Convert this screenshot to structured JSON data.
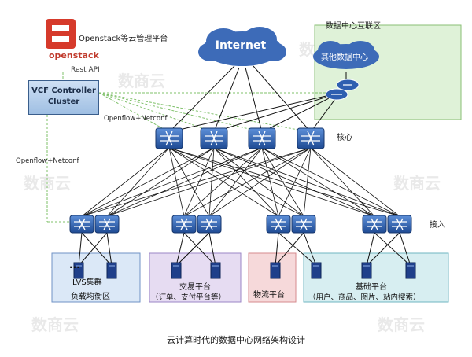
{
  "openstack": {
    "logo_text": "openstack",
    "title": "Openstack等云管理平台"
  },
  "rest_api": "Rest API",
  "vcf_controller": {
    "line1": "VCF Controller",
    "line2": "Cluster"
  },
  "openflow_netconf_1": "Openflow+Netconf",
  "openflow_netconf_2": "Openflow+Netconf",
  "internet": "Internet",
  "dc_interconnect": {
    "title": "数据中心互联区",
    "other_dc": "其他数据中心"
  },
  "core_label": "核心",
  "access_label": "接入",
  "zones": {
    "lvs": {
      "dots": "...",
      "line1": "LVS集群",
      "line2": "负载均衡区"
    },
    "trade": {
      "line1": "交易平台",
      "line2": "（订单、支付平台等）"
    },
    "logistics": {
      "line1": "物流平台"
    },
    "base": {
      "line1": "基础平台",
      "line2": "（用户、商品、图片、站内搜索）"
    }
  },
  "watermark": "数商云",
  "caption": "云计算时代的数据中心网络架构设计",
  "colors": {
    "switch_blue": "#2f5fb0",
    "cloud_blue": "#3d6bb8",
    "lvs_zone": "#dbe8f7",
    "trade_zone": "#e6dcf2",
    "logistics_zone": "#f6d9da",
    "base_zone": "#d7eef1",
    "dc_zone": "#dff2d8",
    "control_line": "#7fc06a",
    "openstack_red": "#d63a2b"
  }
}
